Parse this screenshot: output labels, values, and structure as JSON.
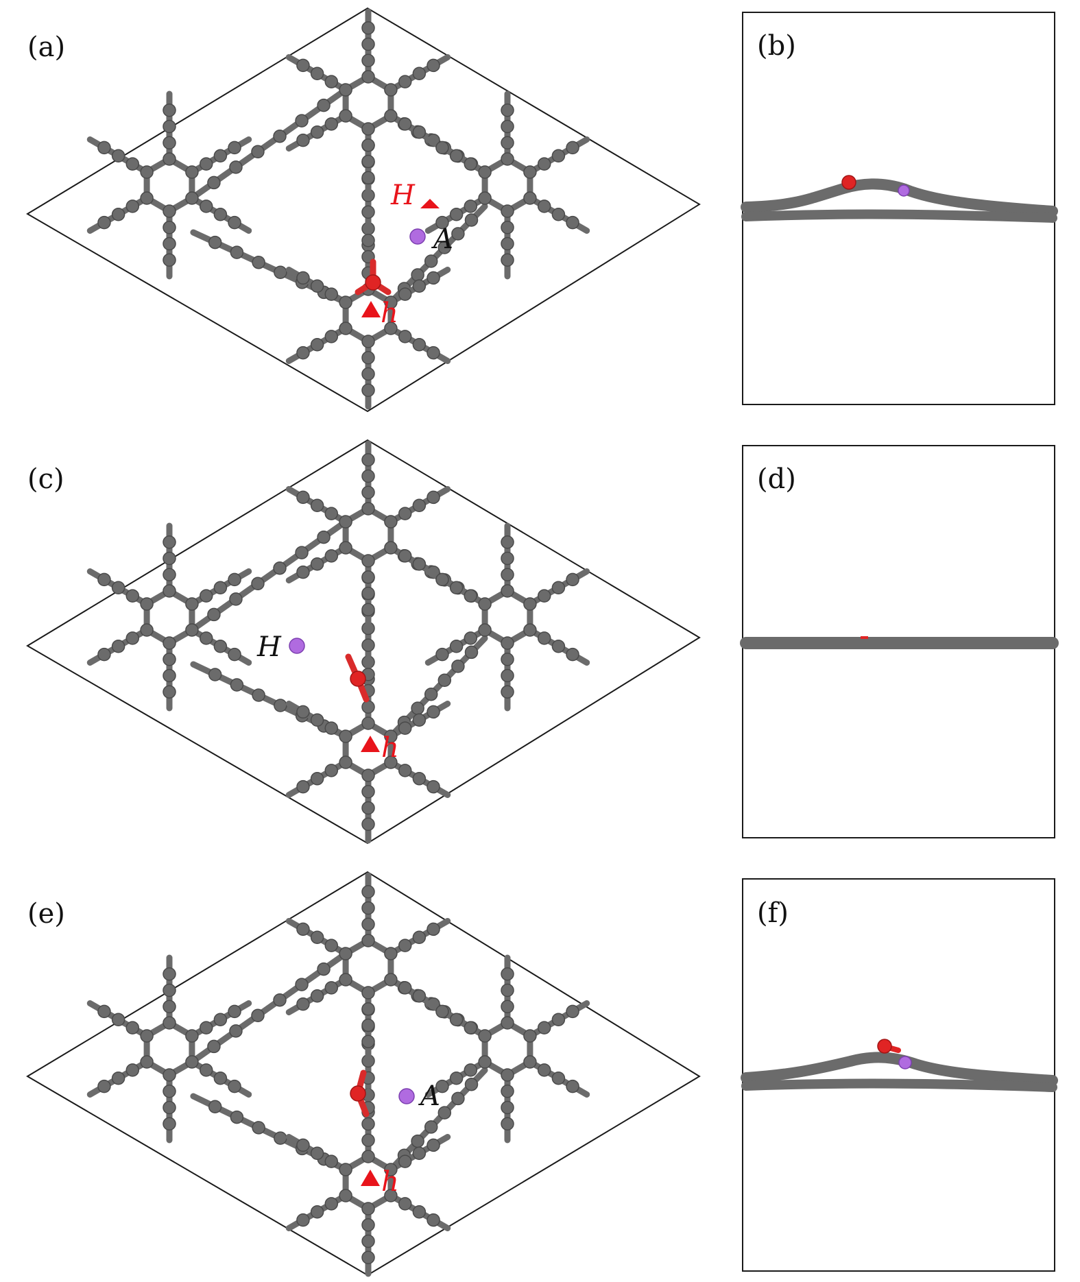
{
  "figure": {
    "panels": [
      {
        "id": "a",
        "label": "(a)",
        "view": "top",
        "sites": [
          {
            "text": "H",
            "color": "#e8141b"
          },
          {
            "text": "A",
            "color": "#111111"
          },
          {
            "text": "h",
            "color": "#e8141b"
          }
        ]
      },
      {
        "id": "b",
        "label": "(b)",
        "view": "side"
      },
      {
        "id": "c",
        "label": "(c)",
        "view": "top",
        "sites": [
          {
            "text": "H",
            "color": "#111111"
          },
          {
            "text": "h",
            "color": "#e8141b"
          }
        ]
      },
      {
        "id": "d",
        "label": "(d)",
        "view": "side"
      },
      {
        "id": "e",
        "label": "(e)",
        "view": "top",
        "sites": [
          {
            "text": "A",
            "color": "#111111"
          },
          {
            "text": "h",
            "color": "#e8141b"
          }
        ]
      },
      {
        "id": "f",
        "label": "(f)",
        "view": "side"
      }
    ],
    "colors": {
      "carbon": "#6b6b6b",
      "oxygen": "#e02424",
      "lithium": "#b06be0",
      "site_marker": "#e8141b",
      "cell_outline": "#1a1a1a"
    }
  }
}
